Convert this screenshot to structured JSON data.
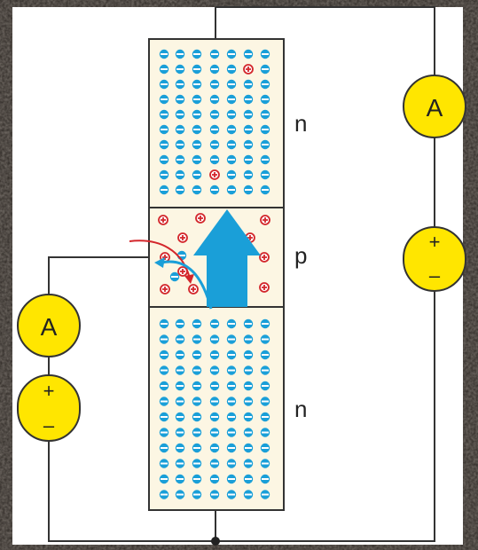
{
  "diagram": {
    "regions": [
      {
        "id": "top",
        "label": "n",
        "type": "n-doped"
      },
      {
        "id": "middle",
        "label": "p",
        "type": "p-doped"
      },
      {
        "id": "bottom",
        "label": "n",
        "type": "n-doped"
      }
    ],
    "meters": [
      {
        "id": "collector-ammeter",
        "symbol": "A"
      },
      {
        "id": "base-ammeter",
        "symbol": "A"
      }
    ],
    "batteries": [
      {
        "id": "collector-battery",
        "plus": "+",
        "minus": "–"
      },
      {
        "id": "base-battery",
        "plus": "+",
        "minus": "–"
      }
    ],
    "colors": {
      "background_frame": "#2b2622",
      "panel": "#ffffff",
      "semiconductor": "#fcf6e3",
      "electron": "#1a9fd8",
      "hole": "#d3262b",
      "meter_fill": "#ffe600",
      "wire": "#333333",
      "current_arrow": "#1a9fd8",
      "base_arrow": "#d3262b"
    },
    "icons": [
      "electron-minus-icon",
      "hole-plus-icon",
      "current-arrow-icon",
      "curved-arrow-icon"
    ]
  }
}
